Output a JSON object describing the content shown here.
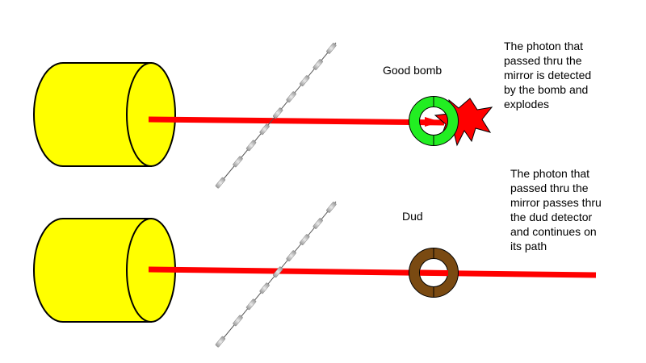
{
  "labels": {
    "good_bomb": "Good bomb",
    "dud": "Dud"
  },
  "captions": {
    "good": [
      "The photon that",
      "passed thru the",
      "mirror is detected",
      "by the bomb and",
      "explodes"
    ],
    "dud": [
      "The photon that",
      "passed thru the",
      "mirror passes thru",
      "the dud detector",
      "and continues on",
      "its path"
    ]
  },
  "colors": {
    "source_fill": "#ffff00",
    "beam": "#ff0000",
    "good_bomb_ring": "#22ee22",
    "dud_ring": "#7a4a12",
    "explosion": "#ff0000",
    "mirror_segments": "#bdbdbd"
  },
  "icons": {
    "source": "cylinder-light-source",
    "mirror": "beam-splitter-mirror",
    "good_bomb": "ring-detector",
    "dud": "ring-detector",
    "explosion": "starburst"
  }
}
